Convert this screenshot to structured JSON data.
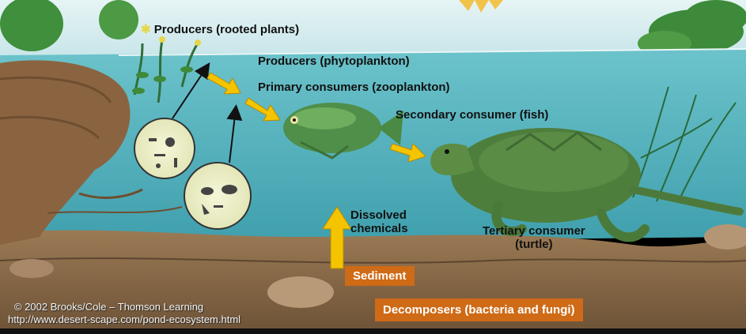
{
  "labels": {
    "producers_rooted": "Producers (rooted plants)",
    "producers_phyto": "Producers (phytoplankton)",
    "primary_consumers": "Primary consumers (zooplankton)",
    "secondary_consumer": "Secondary consumer (fish)",
    "dissolved_line1": "Dissolved",
    "dissolved_line2": "chemicals",
    "tertiary_line1": "Tertiary consumer",
    "tertiary_line2": "(turtle)",
    "sediment": "Sediment",
    "decomposers": "Decomposers (bacteria and fungi)"
  },
  "credits": {
    "copyright": "© 2002 Brooks/Cole – Thomson Learning",
    "url": "http://www.desert-scape.com/pond-ecosystem.html"
  },
  "colors": {
    "sky": "#d7ecef",
    "water": "#52b3bd",
    "sediment": "#8a6a48",
    "label_box": "#cf6a16",
    "arrow_yellow": "#f5c400"
  }
}
